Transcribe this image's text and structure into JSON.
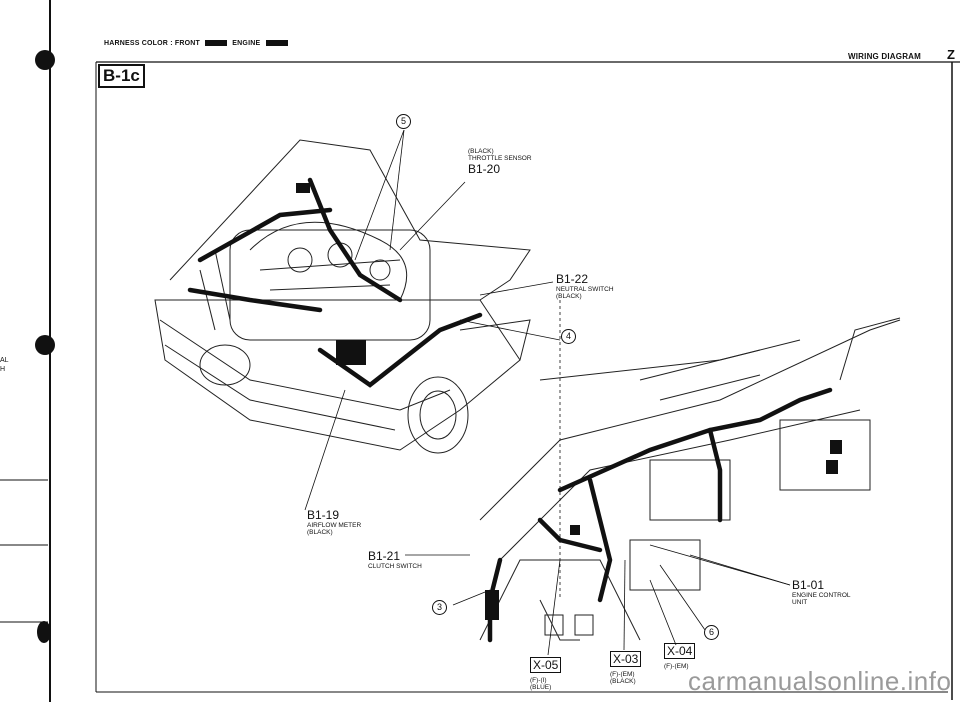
{
  "header": {
    "harness_color_text": "HARNESS COLOR : FRONT",
    "engine_text": "ENGINE",
    "section_title": "WIRING DIAGRAM",
    "section_letter": "Z"
  },
  "page_tag": "B-1c",
  "left_margin_text": [
    "AL",
    "H"
  ],
  "connectors": [
    {
      "code": "B1-20",
      "desc": [
        "(BLACK)",
        "THROTTLE SENSOR"
      ]
    },
    {
      "code": "B1-22",
      "desc": [
        "NEUTRAL SWITCH",
        "(BLACK)"
      ]
    },
    {
      "code": "B1-19",
      "desc": [
        "AIRFLOW METER",
        "(BLACK)"
      ]
    },
    {
      "code": "B1-21",
      "desc": [
        "CLUTCH SWITCH"
      ]
    },
    {
      "code": "B1-01",
      "desc": [
        "ENGINE CONTROL",
        "UNIT"
      ]
    }
  ],
  "boxed_connectors": [
    {
      "code": "X-05",
      "desc": [
        "(F)-(I)",
        "(BLUE)"
      ]
    },
    {
      "code": "X-03",
      "desc": [
        "(F)-(EM)",
        "(BLACK)"
      ]
    },
    {
      "code": "X-04",
      "desc": [
        "(F)-(EM)"
      ]
    }
  ],
  "circle_refs": [
    "5",
    "4",
    "3",
    "6"
  ],
  "watermark": "carmanualsonline.info"
}
